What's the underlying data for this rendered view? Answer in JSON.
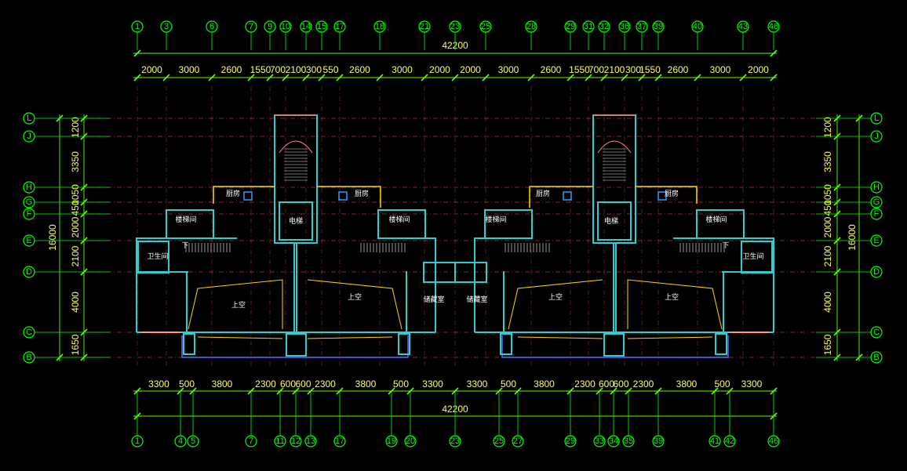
{
  "drawing": {
    "total_width_label": "42200",
    "total_depth_label": "16000",
    "top_axes": [
      "1",
      "3",
      "6",
      "7",
      "9",
      "10",
      "14",
      "15",
      "17",
      "18",
      "21",
      "23",
      "25",
      "28",
      "29",
      "31",
      "32",
      "36",
      "37",
      "39",
      "40",
      "43",
      "46"
    ],
    "bottom_axes": [
      "1",
      "4",
      "5",
      "7",
      "11",
      "12",
      "13",
      "17",
      "19",
      "20",
      "23",
      "25",
      "27",
      "29",
      "33",
      "34",
      "35",
      "39",
      "41",
      "42",
      "46"
    ],
    "row_axes": [
      "L",
      "J",
      "H",
      "G",
      "F",
      "E",
      "D",
      "C",
      "B"
    ],
    "top_dims": [
      "2000",
      "3000",
      "2600",
      "1550",
      "700",
      "2100",
      "300",
      "550",
      "2600",
      "3000",
      "2000",
      "2000",
      "3000",
      "2600",
      "1550",
      "700",
      "2100",
      "300",
      "1550",
      "2600",
      "3000",
      "2000"
    ],
    "bottom_dims": [
      "3300",
      "500",
      "3800",
      "2300",
      "600",
      "600",
      "2300",
      "3800",
      "500",
      "3300",
      "3300",
      "500",
      "3800",
      "2300",
      "600",
      "600",
      "2300",
      "3800",
      "500",
      "3300"
    ],
    "side_dims": [
      "1200",
      "3350",
      "1050",
      "450",
      "2000",
      "2100",
      "4000",
      "1650"
    ],
    "room_labels": {
      "upper_void": "上空",
      "storage": "储藏室",
      "toilet": "卫生间",
      "elevator": "电梯",
      "stair_down": "下",
      "hall": "楼梯间",
      "kitchen": "厨房"
    }
  },
  "colors": {
    "axis_bubble": "#00ff00",
    "dimension": "#ffff66",
    "grid_line": "#ff5050",
    "wall": "#33cccc",
    "window": "#00ffff",
    "balcony": "#ffd700",
    "dim_line": "#66ff00"
  }
}
